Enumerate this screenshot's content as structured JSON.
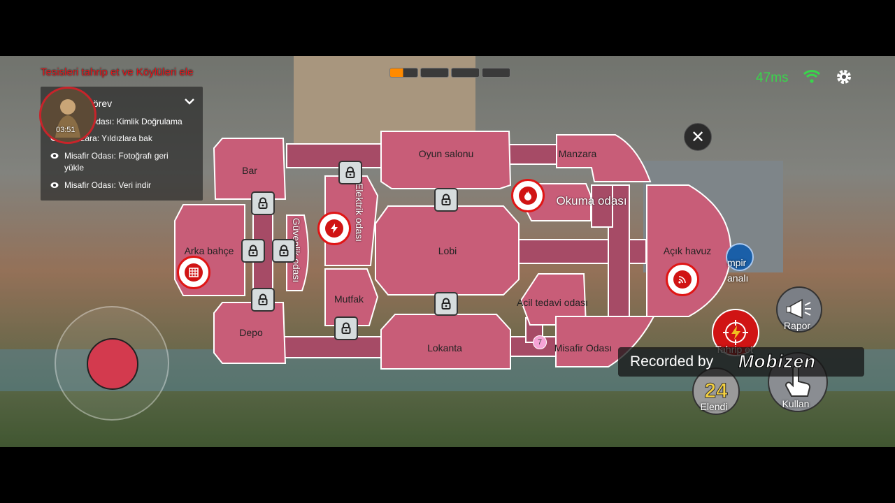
{
  "hud": {
    "objective": "Tesisleri tahrip et ve Köylüleri ele",
    "timer": "03:51",
    "ping": "47ms",
    "progress_fraction": 0.12
  },
  "task_panel": {
    "title": "Görev",
    "tasks": [
      "Misafir odası: Kimlik Doğrulama",
      "Manzara: Yıldızlara bak",
      "Misafir Odası: Fotoğrafı geri yükle",
      "Misafir Odası: Veri indir"
    ]
  },
  "map": {
    "rooms": {
      "bar": "Bar",
      "arka_bahce": "Arka bahçe",
      "depo": "Depo",
      "guvenlik": "Güvenlik odası",
      "elektrik": "Elektrik odası",
      "mutfak": "Mutfak",
      "oyun_salonu": "Oyun salonu",
      "lobi": "Lobi",
      "lokanta": "Lokanta",
      "manzara": "Manzara",
      "okuma": "Okuma odası",
      "acil": "Acil tedavi odası",
      "misafir": "Misafir Odası",
      "acik_havuz": "Açık havuz"
    },
    "pin_number": "7"
  },
  "actions": {
    "rapor": "Rapor",
    "tahrip": "Tahrip et",
    "elendi": "Elendi",
    "elendi_count": "24",
    "kullan": "Kullan",
    "vampir_line1": "mpir",
    "vampir_line2": "analı"
  },
  "recorder": {
    "text": "Recorded by",
    "logo": "Mobizen"
  },
  "colors": {
    "room_fill": "#c85d78",
    "corridor_fill": "#a64b66",
    "sabotage_red": "#d01414",
    "ping_green": "#39d64b",
    "objective_red": "#e3161b"
  }
}
